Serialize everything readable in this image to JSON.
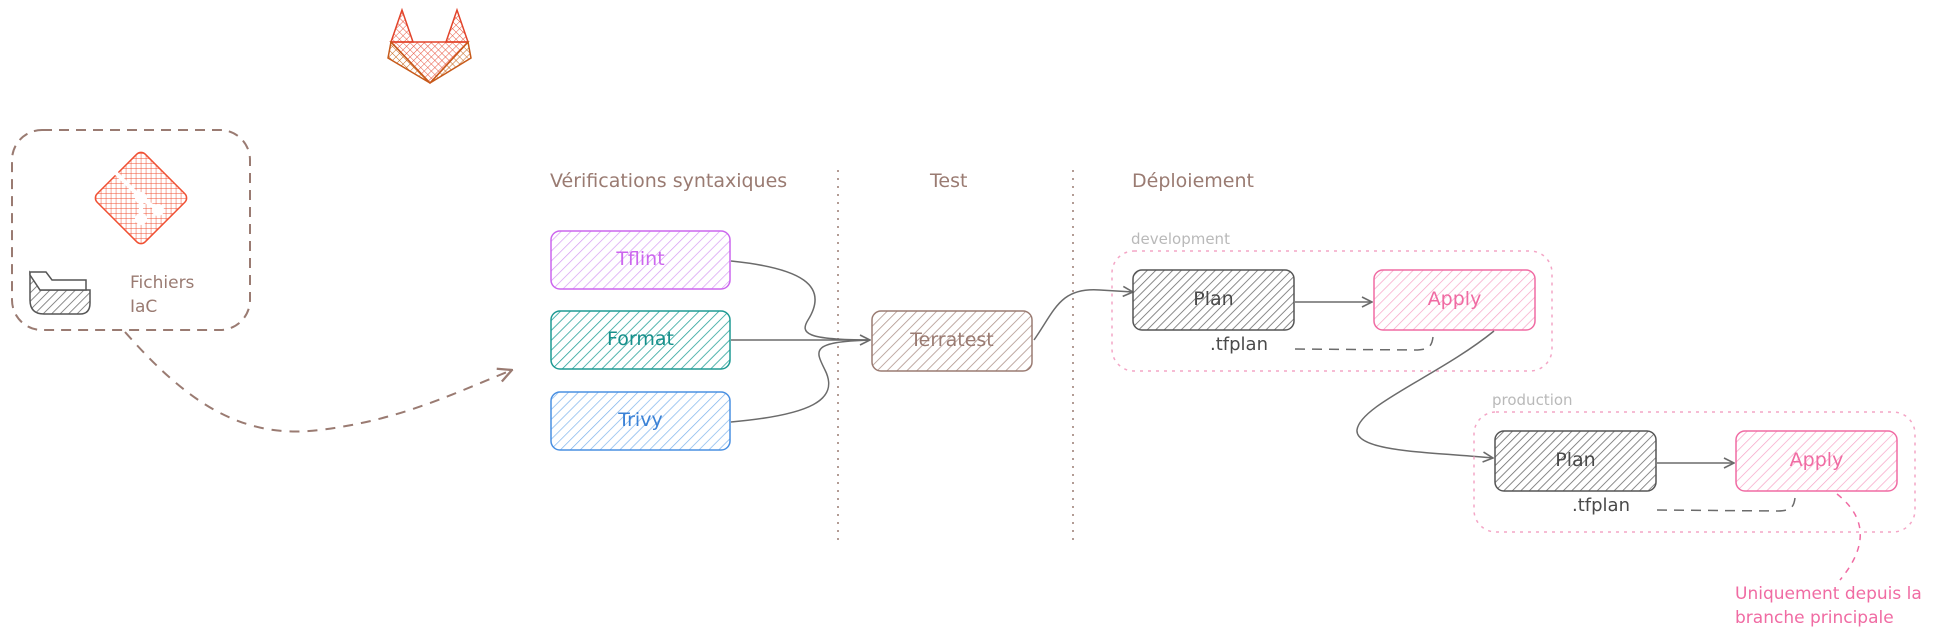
{
  "source": {
    "files_label_line1": "Fichiers",
    "files_label_line2": "IaC"
  },
  "stages": {
    "lint": "Vérifications syntaxiques",
    "test": "Test",
    "deploy": "Déploiement"
  },
  "lint_jobs": {
    "tflint": "Tflint",
    "format": "Format",
    "trivy": "Trivy"
  },
  "test_job": "Terratest",
  "environments": {
    "development": {
      "label": "development",
      "plan": "Plan",
      "apply": "Apply",
      "artifact": ".tfplan"
    },
    "production": {
      "label": "production",
      "plan": "Plan",
      "apply": "Apply",
      "artifact": ".tfplan"
    }
  },
  "note": {
    "line1": "Uniquement depuis la",
    "line2": "branche principale"
  },
  "colors": {
    "brown": "#9a7b72",
    "tflint": "#cc66ee",
    "format": "#1f9a94",
    "trivy": "#4a90e2",
    "gray": "#555555",
    "pink": "#f06ba3",
    "gitlab_orange": "#e2432a",
    "git_red": "#f05033"
  },
  "icons": [
    "gitlab-logo-icon",
    "git-logo-icon",
    "folder-icon"
  ]
}
